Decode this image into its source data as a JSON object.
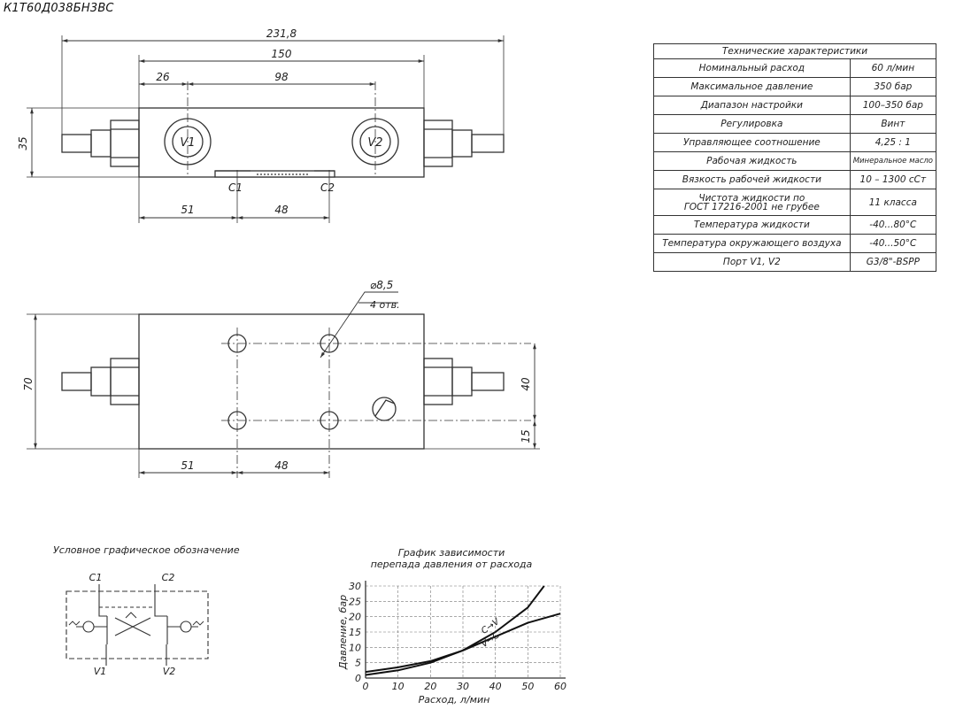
{
  "code": "К1Т60Д038БН3ВС",
  "top_view": {
    "dim_overall": "231,8",
    "dim_body": "150",
    "dim_left": "26",
    "dim_ports": "98",
    "dim_height": "35",
    "port_v1": "V1",
    "port_v2": "V2",
    "port_c1": "C1",
    "port_c2": "C2",
    "dim_c1": "51",
    "dim_c2": "48"
  },
  "bottom_view": {
    "hole_dia": "⌀8,5",
    "hole_count": "4 отв.",
    "dim_height": "70",
    "dim_right": "40",
    "dim_bottom": "15",
    "dim_x1": "51",
    "dim_x2": "48"
  },
  "specs": {
    "title": "Технические характеристики",
    "rows": [
      {
        "param": "Номинальный расход",
        "value": "60 л/мин"
      },
      {
        "param": "Максимальное давление",
        "value": "350 бар"
      },
      {
        "param": "Диапазон настройки",
        "value": "100–350 бар"
      },
      {
        "param": "Регулировка",
        "value": "Винт"
      },
      {
        "param": "Управляющее соотношение",
        "value": "4,25 : 1"
      },
      {
        "param": "Рабочая жидкость",
        "value": "Минеральное масло"
      },
      {
        "param": "Вязкость рабочей жидкости",
        "value": "10 – 1300 сСт"
      },
      {
        "param_line1": "Чистота жидкости по",
        "param_line2": "ГОСТ 17216-2001 не грубее",
        "value": "11 класса"
      },
      {
        "param": "Температура жидкости",
        "value": "-40...80°C"
      },
      {
        "param": "Температура окружающего воздуха",
        "value": "-40...50°C"
      },
      {
        "param": "Порт V1, V2",
        "value": "G3/8\"-BSPP"
      }
    ]
  },
  "symbol": {
    "title": "Условное графическое обозначение",
    "c1": "C1",
    "c2": "C2",
    "v1": "V1",
    "v2": "V2"
  },
  "chart_data": {
    "type": "line",
    "title_line1": "График зависимости",
    "title_line2": "перепада давления от расхода",
    "xlabel": "Расход, л/мин",
    "ylabel": "Давление, бар",
    "xlim": [
      0,
      60
    ],
    "ylim": [
      0,
      30
    ],
    "xticks": [
      0,
      10,
      20,
      30,
      40,
      50,
      60
    ],
    "yticks": [
      0,
      5,
      10,
      15,
      20,
      25,
      30
    ],
    "grid": true,
    "series": [
      {
        "name": "C→V",
        "x": [
          0,
          10,
          20,
          30,
          40,
          50,
          55
        ],
        "y": [
          1,
          2.5,
          5,
          9,
          15,
          23,
          30
        ]
      },
      {
        "name": "V→C",
        "x": [
          0,
          10,
          20,
          30,
          40,
          50,
          60
        ],
        "y": [
          2,
          3.5,
          5.5,
          9,
          13.5,
          18,
          21
        ]
      }
    ]
  }
}
